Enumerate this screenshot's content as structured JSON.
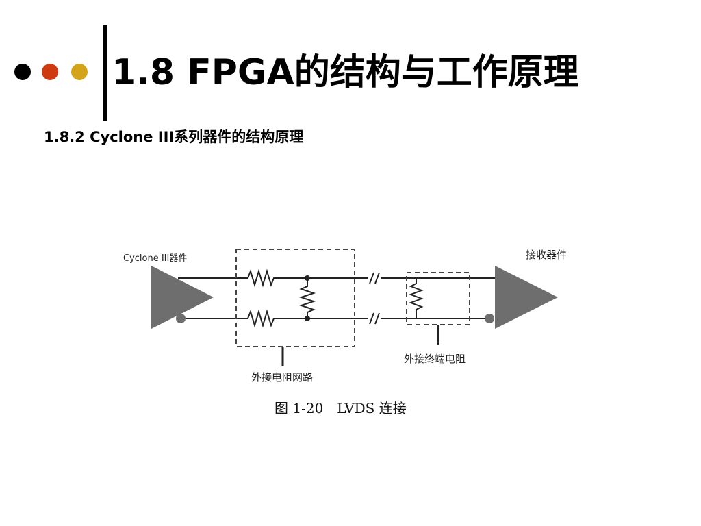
{
  "bullets": {
    "colors": [
      "#000000",
      "#d03a10",
      "#d4a418"
    ]
  },
  "slide": {
    "title": "1.8  FPGA的结构与工作原理",
    "subtitle": "1.8.2  Cyclone III系列器件的结构原理"
  },
  "diagram": {
    "driver_label": "Cyclone III器件",
    "receiver_label": "接收器件",
    "external_network_label": "外接电阻网路",
    "termination_label": "外接终端电阻",
    "caption": "图 1-20　LVDS 连接",
    "colors": {
      "buffer_fill": "#6e6e6e",
      "wire": "#222222",
      "dash": "#444444"
    }
  }
}
